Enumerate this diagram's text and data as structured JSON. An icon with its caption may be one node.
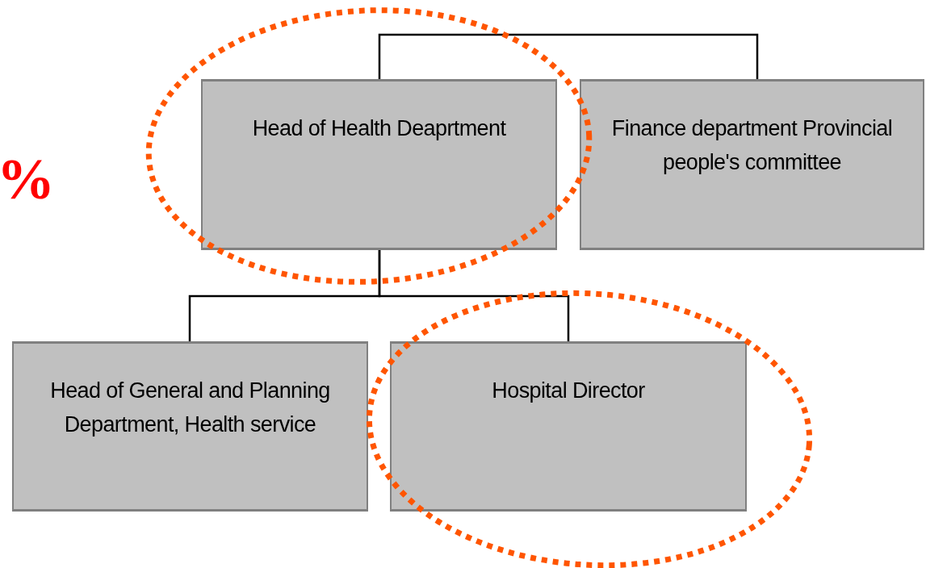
{
  "diagram": {
    "nodes": [
      {
        "text": [
          "Head of Health Deaprtment"
        ]
      },
      {
        "text": [
          "Finance department Provincial people's committee"
        ]
      },
      {
        "text": [
          "Head of General and Planning Department, Health service"
        ]
      },
      {
        "text": [
          "Hospital Director"
        ]
      }
    ],
    "edges": [
      {
        "from": 0,
        "to": 1,
        "arrow": "none"
      },
      {
        "from": 0,
        "to": 2,
        "arrow": "none"
      },
      {
        "from": 0,
        "to": 3,
        "arrow": "none"
      }
    ],
    "labels": [
      "%"
    ]
  }
}
